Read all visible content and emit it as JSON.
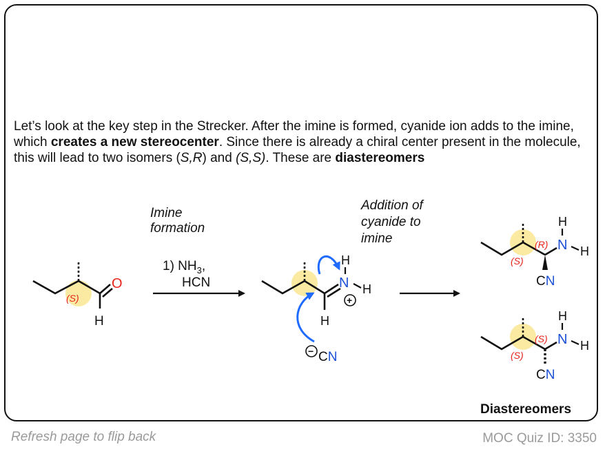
{
  "intro": {
    "s1": "Let’s look at the key step in the Strecker. After the imine is formed, cyanide ion adds to the imine, which ",
    "b1": "creates a new stereocenter",
    "s2": ". Since there is already a chiral center present in the molecule, this will lead to two isomers (",
    "i1": "S,R",
    "s3": ") and ",
    "i2": "(S,S)",
    "s4": ". These are ",
    "b2": "diastereomers"
  },
  "step1": {
    "label_line1": "Imine",
    "label_line2": "formation",
    "reagent1_a": "1) NH",
    "reagent1_sub": "3",
    "reagent1_b": ",",
    "reagent2": "HCN"
  },
  "step2": {
    "label_line1": "Addition of",
    "label_line2": "cyanide to",
    "label_line3": "imine"
  },
  "atoms": {
    "O": "O",
    "H": "H",
    "N": "N",
    "C": "C",
    "plus": "+",
    "minus": "−"
  },
  "stereo": {
    "S": "(S)",
    "R": "(R)"
  },
  "product_label": "Diastereomers",
  "footer": {
    "left": "Refresh page to flip back",
    "right": "MOC Quiz ID: 3350"
  },
  "colors": {
    "oxygen": "#e8231a",
    "nitrogen": "#1a4fd6",
    "arrow": "#1f6bff",
    "stereo": "#e8231a",
    "highlight": "#fbeaa2"
  }
}
